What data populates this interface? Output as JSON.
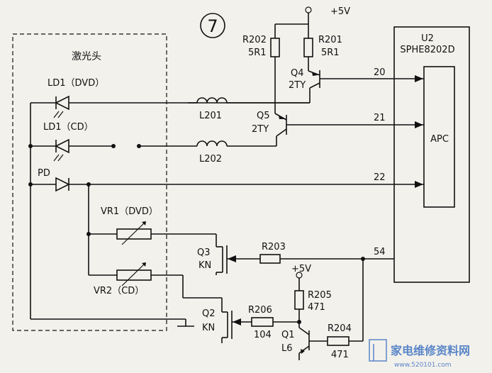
{
  "figure_number": "7",
  "power": "+5V",
  "power2": "+5V",
  "laser_head_label": "激光头",
  "ic": {
    "ref": "U2",
    "part": "SPHE8202D",
    "block": "APC"
  },
  "pins": {
    "p20": "20",
    "p21": "21",
    "p22": "22",
    "p54": "54"
  },
  "diodes": {
    "ld_dvd": "LD1（DVD）",
    "ld_cd": "LD1（CD）",
    "pd": "PD"
  },
  "inductors": {
    "l201": "L201",
    "l202": "L202"
  },
  "resistors": {
    "r202_ref": "R202",
    "r202_val": "5R1",
    "r201_ref": "R201",
    "r201_val": "5R1",
    "r203_ref": "R203",
    "r205_ref": "R205",
    "r205_val": "471",
    "r206_ref": "R206",
    "r206_val": "104",
    "r204_ref": "R204",
    "r204_val": "471"
  },
  "pots": {
    "vr1": "VR1（DVD）",
    "vr2": "VR2（CD）"
  },
  "transistors": {
    "q4_ref": "Q4",
    "q4_type": "2TY",
    "q5_ref": "Q5",
    "q5_type": "2TY",
    "q3_ref": "Q3",
    "q3_type": "KN",
    "q2_ref": "Q2",
    "q2_type": "KN",
    "q1_ref": "Q1",
    "q1_type": "L6"
  },
  "watermark": {
    "text": "家电维修资料网",
    "url": "www.520101.com"
  },
  "colors": {
    "paper": "#f3f1ec",
    "ink": "#111111",
    "watermark": "#5a86c8"
  }
}
